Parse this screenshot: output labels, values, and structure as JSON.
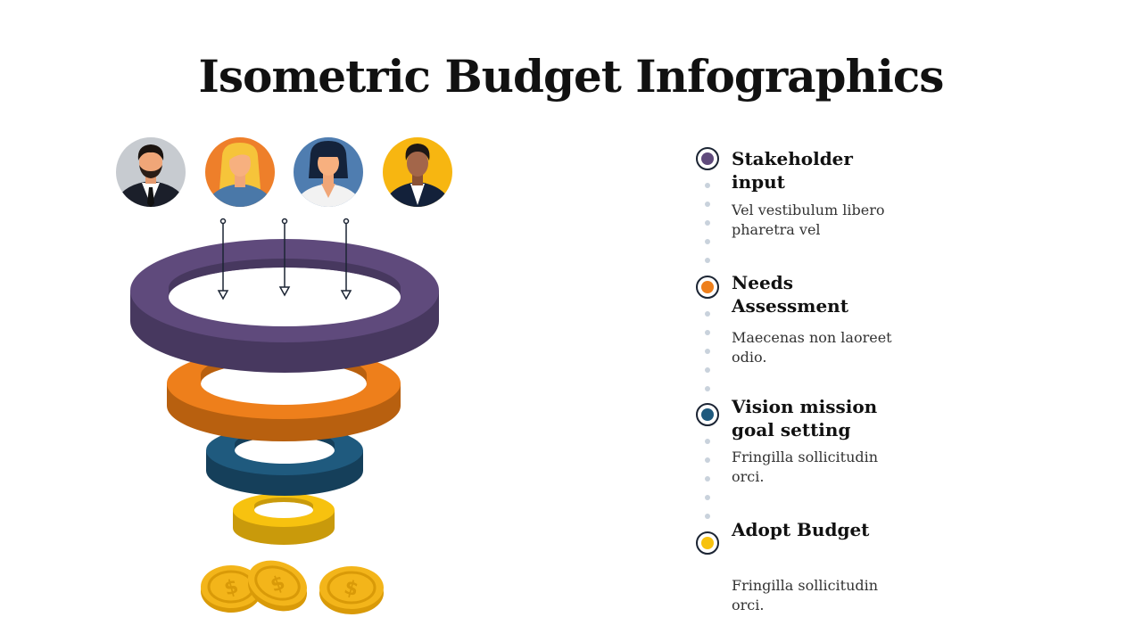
{
  "title": "Isometric Budget Infographics",
  "colors": {
    "purple": "#5f4a7c",
    "orange": "#ee7f1b",
    "blue": "#1f5a7e",
    "yellow": "#f7c20f",
    "coin": "#f3b51a",
    "navy": "#1b2433"
  },
  "avatars": [
    {
      "name": "avatar-man-beard",
      "bg": "#c7cbd0"
    },
    {
      "name": "avatar-woman-blonde",
      "bg": "#ee7f2a"
    },
    {
      "name": "avatar-woman-dark-hair",
      "bg": "#4f7db0"
    },
    {
      "name": "avatar-man-dark-skin",
      "bg": "#f7b611"
    }
  ],
  "steps": [
    {
      "title": "Stakeholder input",
      "desc": "Vel vestibulum libero pharetra vel",
      "color": "#5f4a7c"
    },
    {
      "title": "Needs Assessment",
      "desc": "Maecenas non laoreet odio.",
      "color": "#ee7f1b"
    },
    {
      "title": "Vision mission goal setting",
      "desc": "Fringilla sollicitudin orci.",
      "color": "#1f5a7e"
    },
    {
      "title": "Adopt Budget",
      "desc": "Fringilla sollicitudin orci.",
      "color": "#f7c20f"
    }
  ]
}
